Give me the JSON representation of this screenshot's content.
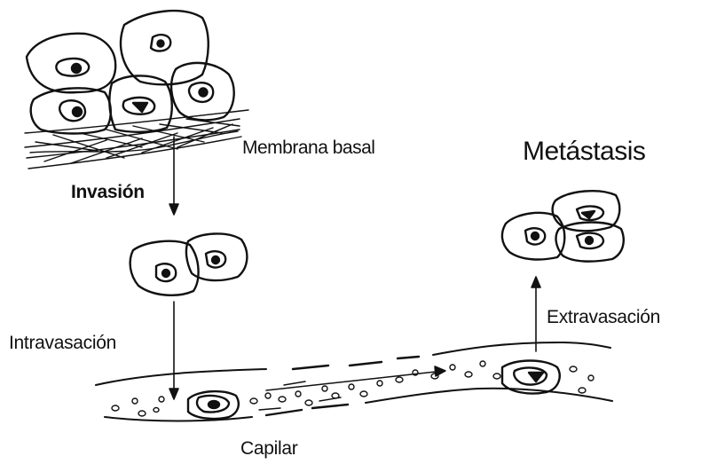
{
  "labels": {
    "membrana_basal": "Membrana basal",
    "invasion": "Invasión",
    "intravasacion": "Intravasación",
    "extravasacion": "Extravasación",
    "capilar": "Capilar",
    "metastasis": "Metástasis"
  },
  "colors": {
    "ink": "#111111",
    "background": "#ffffff"
  }
}
